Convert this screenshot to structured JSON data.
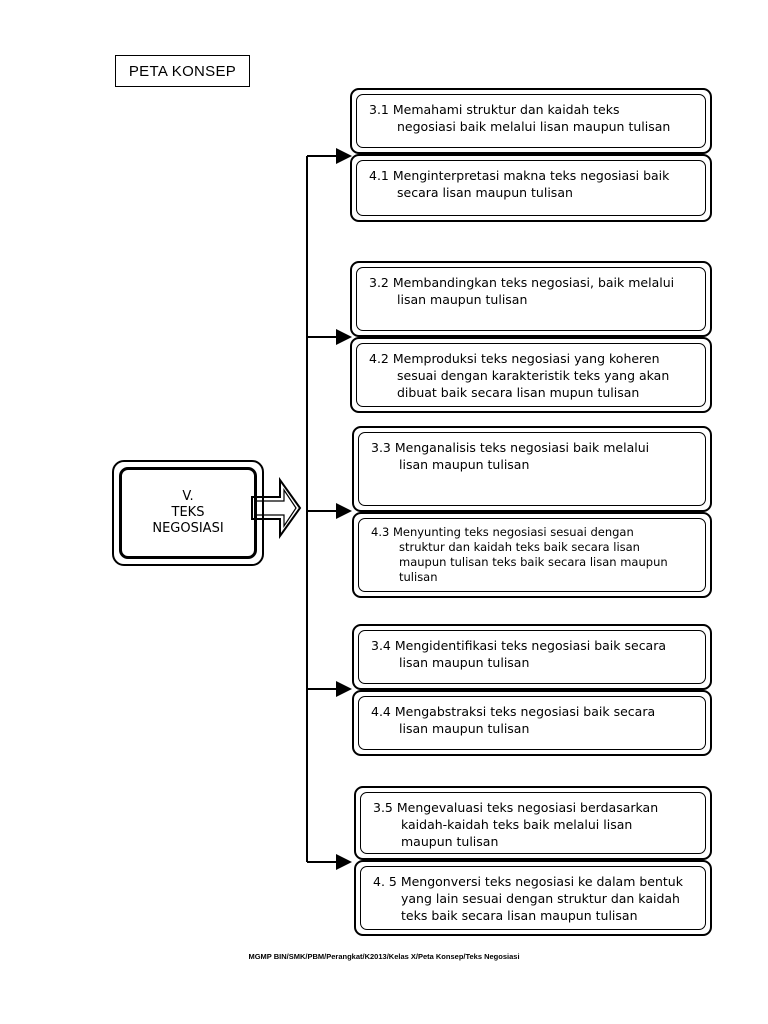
{
  "title": "PETA KONSEP",
  "center": {
    "lines": [
      "V.",
      "TEKS",
      "NEGOSIASI"
    ]
  },
  "boxes": [
    {
      "lines": [
        "3.1 Memahami struktur dan kaidah teks",
        "negosiasi baik melalui lisan maupun tulisan"
      ]
    },
    {
      "lines": [
        "4.1  Menginterpretasi makna teks negosiasi baik",
        "secara lisan maupun tulisan"
      ]
    },
    {
      "lines": [
        "3.2 Membandingkan teks negosiasi, baik melalui",
        "lisan maupun tulisan"
      ]
    },
    {
      "lines": [
        "4.2  Memproduksi teks negosiasi yang koheren",
        "sesuai dengan karakteristik teks yang akan",
        "dibuat baik secara lisan mupun  tulisan"
      ]
    },
    {
      "lines": [
        "3.3  Menganalisis teks negosiasi baik melalui",
        "lisan maupun tulisan"
      ]
    },
    {
      "lines": [
        "4.3 Menyunting teks negosiasi sesuai dengan",
        "struktur dan kaidah teks baik secara lisan",
        "maupun tulisan teks baik secara  lisan maupun",
        "tulisan"
      ]
    },
    {
      "lines": [
        "3.4 Mengidentifikasi teks negosiasi baik secara",
        "lisan maupun tulisan"
      ]
    },
    {
      "lines": [
        "4.4 Mengabstraksi teks negosiasi baik secara",
        "lisan maupun tulisan"
      ]
    },
    {
      "lines": [
        "3.5 Mengevaluasi teks negosiasi berdasarkan",
        "kaidah-kaidah teks baik melalui lisan",
        "maupun tulisan"
      ]
    },
    {
      "lines": [
        "4. 5 Mengonversi teks negosiasi ke dalam bentuk",
        "yang lain sesuai dengan struktur dan kaidah",
        "teks baik secara lisan maupun tulisan"
      ]
    }
  ],
  "footer": "MGMP BIN/SMK/PBM/Perangkat/K2013/Kelas X/Peta Konsep/Teks Negosiasi"
}
